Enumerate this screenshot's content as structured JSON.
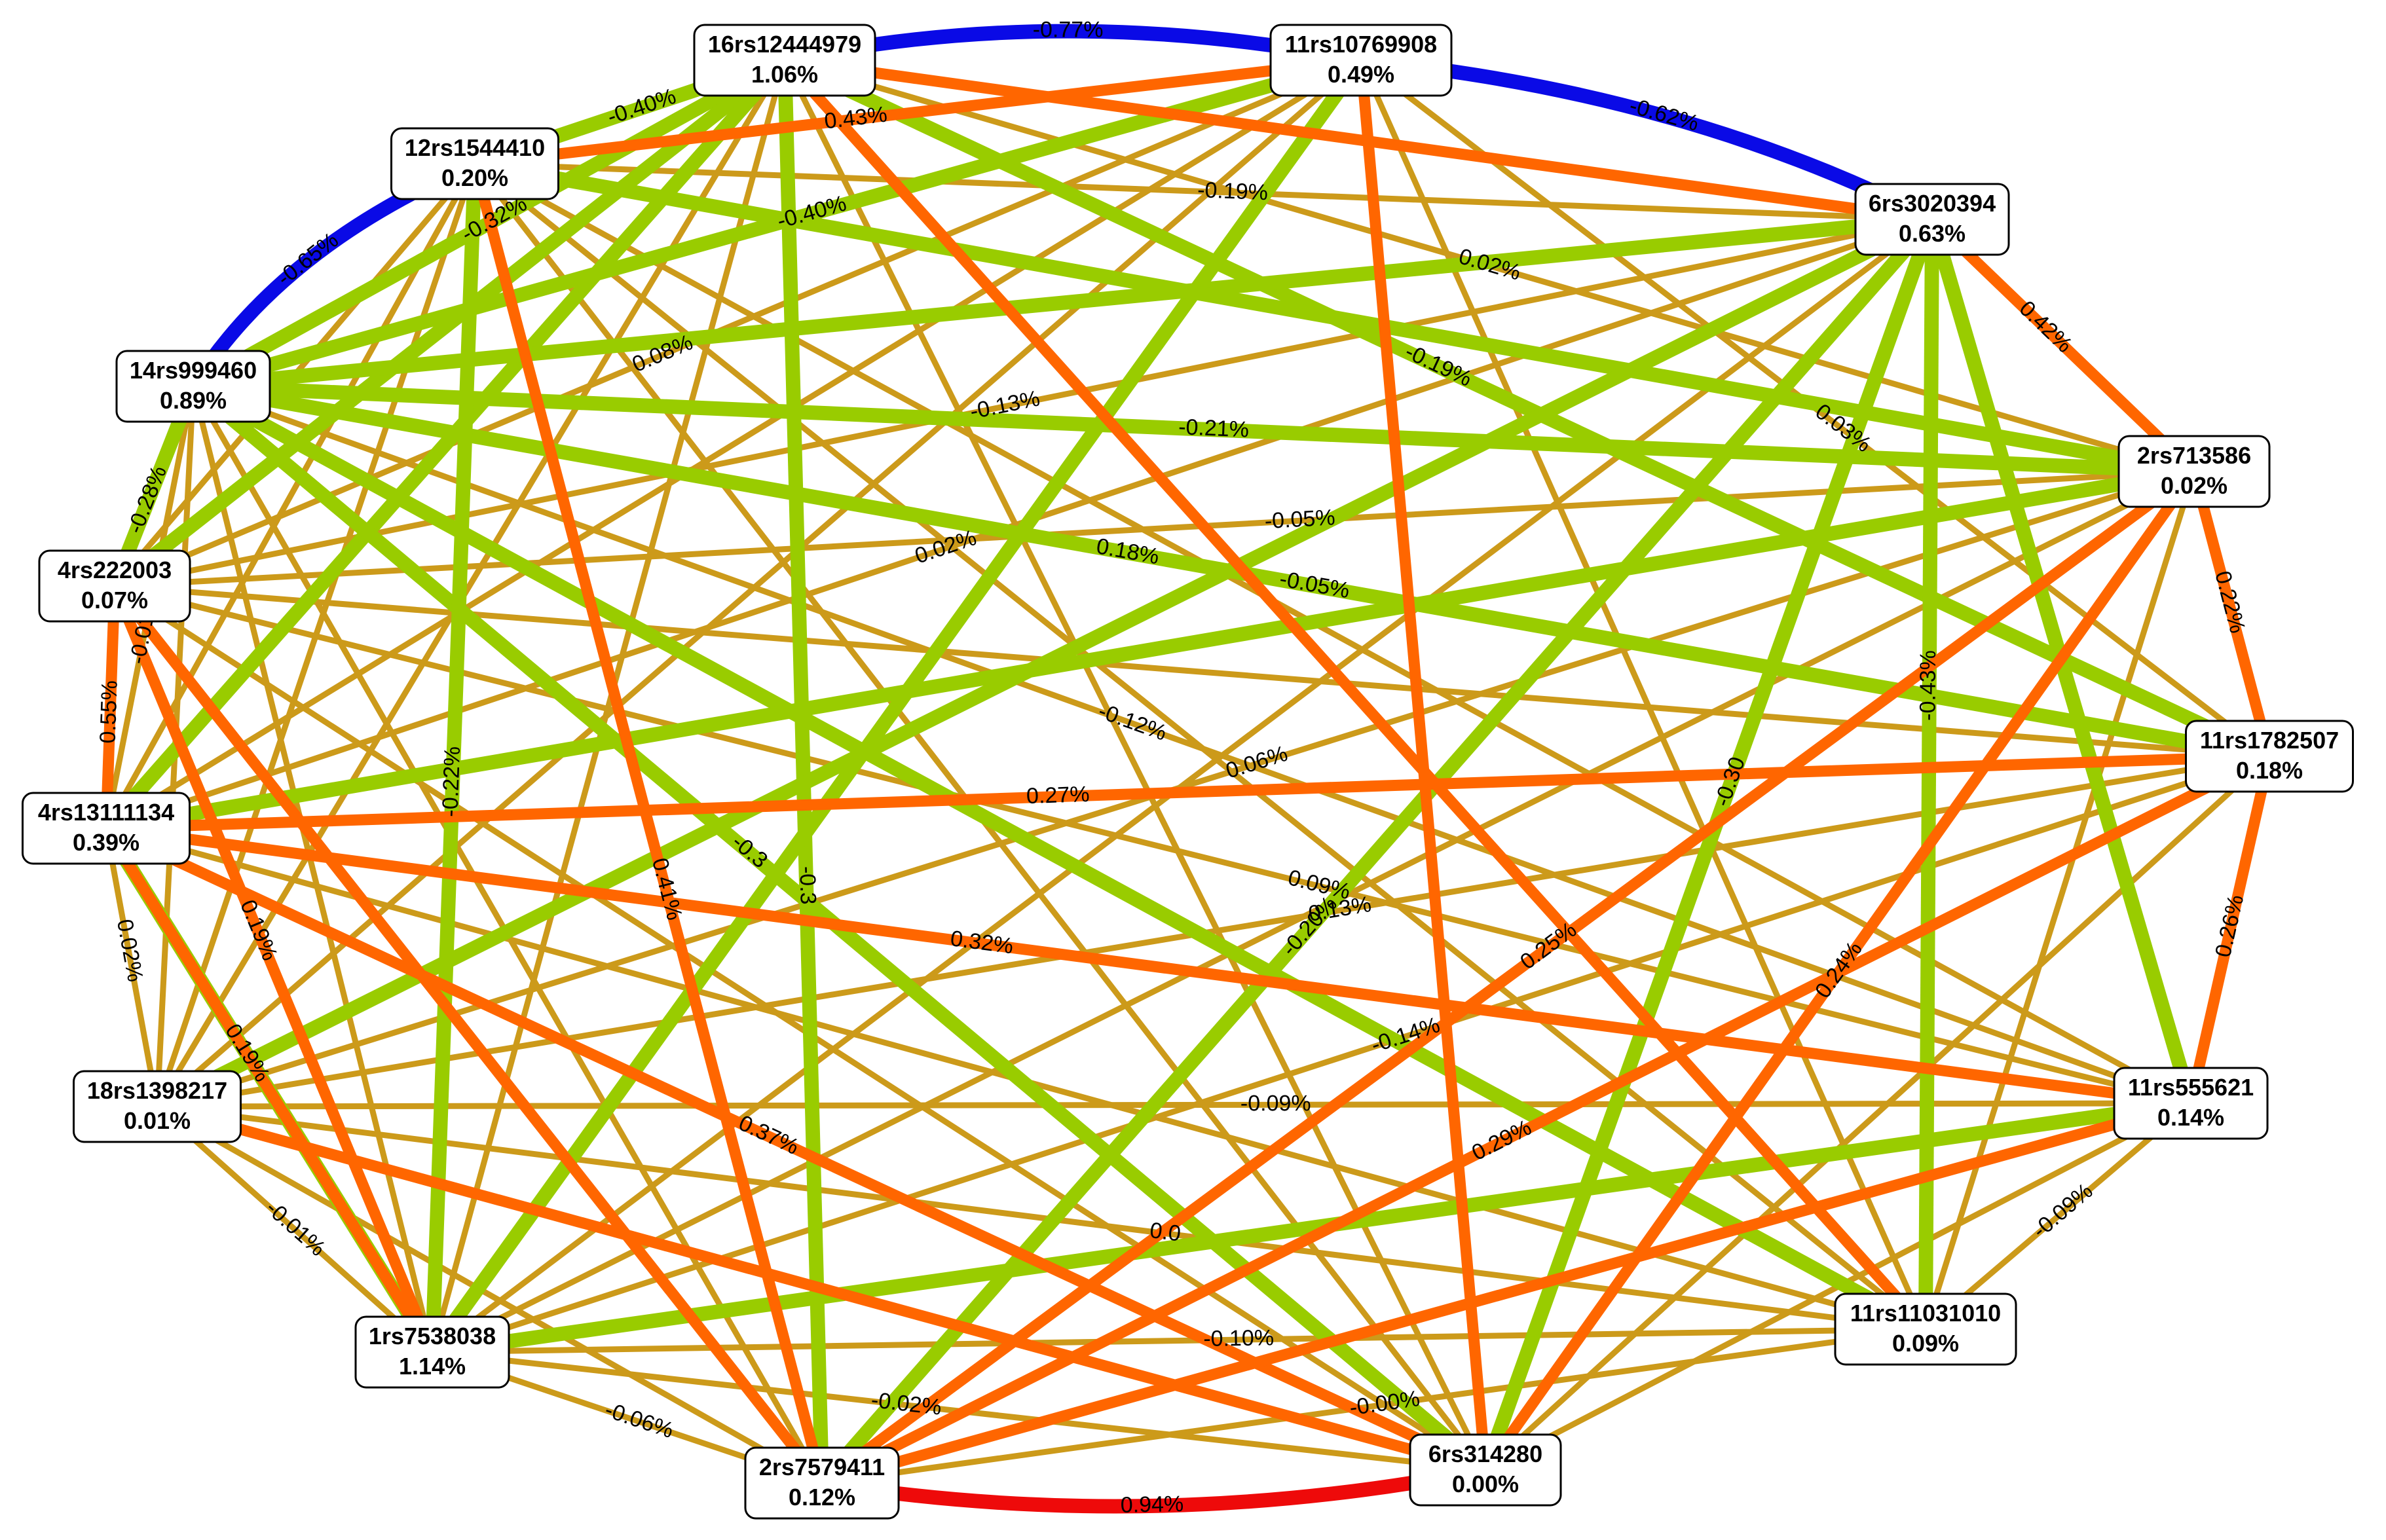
{
  "colors": {
    "strong_negative": "#0a0ae6",
    "negative": "#99cc00",
    "weak": "#cc9a1a",
    "positive": "#ff6600",
    "strong_positive": "#ee0a0a",
    "node_fill": "#ffffff",
    "node_border": "#000000"
  },
  "nodes": [
    {
      "id": "16rs12444979",
      "name": "16rs12444979",
      "value": "1.06%"
    },
    {
      "id": "11rs10769908",
      "name": "11rs10769908",
      "value": "0.49%"
    },
    {
      "id": "6rs3020394",
      "name": "6rs3020394",
      "value": "0.63%"
    },
    {
      "id": "2rs713586",
      "name": "2rs713586",
      "value": "0.02%"
    },
    {
      "id": "11rs1782507",
      "name": "11rs1782507",
      "value": "0.18%"
    },
    {
      "id": "11rs555621",
      "name": "11rs555621",
      "value": "0.14%"
    },
    {
      "id": "11rs11031010",
      "name": "11rs11031010",
      "value": "0.09%"
    },
    {
      "id": "6rs314280",
      "name": "6rs314280",
      "value": "0.00%"
    },
    {
      "id": "2rs7579411",
      "name": "2rs7579411",
      "value": "0.12%"
    },
    {
      "id": "1rs7538038",
      "name": "1rs7538038",
      "value": "1.14%"
    },
    {
      "id": "18rs1398217",
      "name": "18rs1398217",
      "value": "0.01%"
    },
    {
      "id": "4rs13111134",
      "name": "4rs13111134",
      "value": "0.39%"
    },
    {
      "id": "4rs222003",
      "name": "4rs222003",
      "value": "0.07%"
    },
    {
      "id": "14rs999460",
      "name": "14rs999460",
      "value": "0.89%"
    },
    {
      "id": "12rs1544410",
      "name": "12rs1544410",
      "value": "0.20%"
    }
  ],
  "edges": [
    {
      "source": "16rs12444979",
      "target": "11rs10769908",
      "label": "-0.77%",
      "type": "strong_negative"
    },
    {
      "source": "11rs10769908",
      "target": "6rs3020394",
      "label": "-0.62%",
      "type": "strong_negative"
    },
    {
      "source": "12rs1544410",
      "target": "14rs999460",
      "label": "-0.65%",
      "type": "strong_negative"
    },
    {
      "source": "2rs7579411",
      "target": "6rs314280",
      "label": "0.94%",
      "type": "strong_positive"
    },
    {
      "source": "16rs12444979",
      "target": "6rs3020394",
      "label": "",
      "type": "positive"
    },
    {
      "source": "11rs10769908",
      "target": "12rs1544410",
      "label": "0.43%",
      "type": "positive"
    },
    {
      "source": "6rs3020394",
      "target": "2rs713586",
      "label": "0.42%",
      "type": "positive"
    },
    {
      "source": "2rs713586",
      "target": "11rs1782507",
      "label": "0.22%",
      "type": "positive"
    },
    {
      "source": "11rs1782507",
      "target": "11rs555621",
      "label": "0.26%",
      "type": "positive"
    },
    {
      "source": "4rs222003",
      "target": "4rs13111134",
      "label": "0.55%",
      "type": "positive"
    },
    {
      "source": "12rs1544410",
      "target": "2rs7579411",
      "label": "0.41%",
      "type": "positive"
    },
    {
      "source": "11rs10769908",
      "target": "6rs314280",
      "label": "",
      "type": "positive"
    },
    {
      "source": "16rs12444979",
      "target": "11rs11031010",
      "label": "",
      "type": "positive"
    },
    {
      "source": "2rs713586",
      "target": "2rs7579411",
      "label": "0.25%",
      "type": "positive"
    },
    {
      "source": "2rs713586",
      "target": "6rs314280",
      "label": "0.24%",
      "type": "positive"
    },
    {
      "source": "11rs1782507",
      "target": "2rs7579411",
      "label": "0.29%",
      "type": "positive"
    },
    {
      "source": "11rs1782507",
      "target": "4rs13111134",
      "label": "0.27%",
      "type": "positive"
    },
    {
      "source": "4rs13111134",
      "target": "11rs555621",
      "label": "0.32%",
      "type": "positive"
    },
    {
      "source": "4rs222003",
      "target": "1rs7538038",
      "label": "0.19%",
      "type": "positive"
    },
    {
      "source": "4rs13111134",
      "target": "6rs314280",
      "label": "0.37%",
      "type": "positive"
    },
    {
      "source": "18rs1398217",
      "target": "6rs314280",
      "label": "",
      "type": "positive"
    },
    {
      "source": "11rs555621",
      "target": "2rs7579411",
      "label": "",
      "type": "positive"
    },
    {
      "source": "4rs222003",
      "target": "2rs7579411",
      "label": "",
      "type": "positive"
    },
    {
      "source": "4rs13111134",
      "target": "1rs7538038",
      "label": "0.19%",
      "type": "positive"
    },
    {
      "source": "16rs12444979",
      "target": "12rs1544410",
      "label": "-0.40%",
      "type": "negative"
    },
    {
      "source": "16rs12444979",
      "target": "14rs999460",
      "label": "-0.32%",
      "type": "negative"
    },
    {
      "source": "16rs12444979",
      "target": "4rs222003",
      "label": "",
      "type": "negative"
    },
    {
      "source": "16rs12444979",
      "target": "4rs13111134",
      "label": "",
      "type": "negative"
    },
    {
      "source": "16rs12444979",
      "target": "2rs7579411",
      "label": "-0.3",
      "type": "negative"
    },
    {
      "source": "16rs12444979",
      "target": "11rs1782507",
      "label": "-0.19%",
      "type": "negative"
    },
    {
      "source": "11rs10769908",
      "target": "14rs999460",
      "label": "-0.40%",
      "type": "negative"
    },
    {
      "source": "11rs10769908",
      "target": "1rs7538038",
      "label": "",
      "type": "negative"
    },
    {
      "source": "6rs3020394",
      "target": "14rs999460",
      "label": "",
      "type": "negative"
    },
    {
      "source": "6rs3020394",
      "target": "2rs7579411",
      "label": "-0.20%",
      "type": "negative"
    },
    {
      "source": "6rs3020394",
      "target": "11rs11031010",
      "label": "-0.43%",
      "type": "negative"
    },
    {
      "source": "6rs3020394",
      "target": "6rs314280",
      "label": "-0.30",
      "type": "negative"
    },
    {
      "source": "6rs3020394",
      "target": "11rs555621",
      "label": "",
      "type": "negative"
    },
    {
      "source": "14rs999460",
      "target": "2rs713586",
      "label": "-0.21%",
      "type": "negative"
    },
    {
      "source": "14rs999460",
      "target": "11rs1782507",
      "label": "-0.05%",
      "type": "negative"
    },
    {
      "source": "14rs999460",
      "target": "4rs222003",
      "label": "-0.28%",
      "type": "negative"
    },
    {
      "source": "14rs999460",
      "target": "6rs314280",
      "label": "-0.3",
      "type": "negative"
    },
    {
      "source": "14rs999460",
      "target": "11rs11031010",
      "label": "",
      "type": "negative"
    },
    {
      "source": "12rs1544410",
      "target": "2rs713586",
      "label": "",
      "type": "negative"
    },
    {
      "source": "12rs1544410",
      "target": "1rs7538038",
      "label": "-0.22%",
      "type": "negative"
    },
    {
      "source": "4rs13111134",
      "target": "1rs7538038",
      "label": "",
      "type": "negative"
    },
    {
      "source": "18rs1398217",
      "target": "6rs3020394",
      "label": "",
      "type": "negative"
    },
    {
      "source": "4rs13111134",
      "target": "2rs713586",
      "label": "",
      "type": "negative"
    },
    {
      "source": "11rs555621",
      "target": "1rs7538038",
      "label": "",
      "type": "negative"
    },
    {
      "source": "16rs12444979",
      "target": "2rs713586",
      "label": "0.02%",
      "type": "weak"
    },
    {
      "source": "11rs10769908",
      "target": "11rs1782507",
      "label": "0.03%",
      "type": "weak"
    },
    {
      "source": "11rs10769908",
      "target": "4rs222003",
      "label": "0.08%",
      "type": "weak"
    },
    {
      "source": "11rs10769908",
      "target": "4rs13111134",
      "label": "",
      "type": "weak"
    },
    {
      "source": "11rs10769908",
      "target": "18rs1398217",
      "label": "",
      "type": "weak"
    },
    {
      "source": "6rs3020394",
      "target": "12rs1544410",
      "label": "-0.19%",
      "type": "weak"
    },
    {
      "source": "6rs3020394",
      "target": "4rs222003",
      "label": "-0.13%",
      "type": "weak"
    },
    {
      "source": "6rs3020394",
      "target": "4rs13111134",
      "label": "0.02%",
      "type": "weak"
    },
    {
      "source": "6rs3020394",
      "target": "1rs7538038",
      "label": "",
      "type": "weak"
    },
    {
      "source": "2rs713586",
      "target": "4rs222003",
      "label": "-0.05%",
      "type": "weak"
    },
    {
      "source": "2rs713586",
      "target": "18rs1398217",
      "label": "0.06%",
      "type": "weak"
    },
    {
      "source": "2rs713586",
      "target": "1rs7538038",
      "label": "",
      "type": "weak"
    },
    {
      "source": "2rs713586",
      "target": "11rs11031010",
      "label": "",
      "type": "weak"
    },
    {
      "source": "11rs1782507",
      "target": "14rs999460",
      "label": "0.18%",
      "type": "weak"
    },
    {
      "source": "11rs1782507",
      "target": "4rs222003",
      "label": "",
      "type": "weak"
    },
    {
      "source": "11rs1782507",
      "target": "18rs1398217",
      "label": "0.13%",
      "type": "weak"
    },
    {
      "source": "11rs1782507",
      "target": "1rs7538038",
      "label": "-0.14%",
      "type": "weak"
    },
    {
      "source": "11rs1782507",
      "target": "6rs314280",
      "label": "",
      "type": "weak"
    },
    {
      "source": "11rs555621",
      "target": "14rs999460",
      "label": "-0.12%",
      "type": "weak"
    },
    {
      "source": "11rs555621",
      "target": "12rs1544410",
      "label": "",
      "type": "weak"
    },
    {
      "source": "11rs555621",
      "target": "4rs222003",
      "label": "0.09%",
      "type": "weak"
    },
    {
      "source": "11rs555621",
      "target": "18rs1398217",
      "label": "-0.09%",
      "type": "weak"
    },
    {
      "source": "11rs555621",
      "target": "11rs11031010",
      "label": "-0.09%",
      "type": "weak"
    },
    {
      "source": "11rs555621",
      "target": "6rs314280",
      "label": "",
      "type": "weak"
    },
    {
      "source": "11rs11031010",
      "target": "12rs1544410",
      "label": "",
      "type": "weak"
    },
    {
      "source": "11rs11031010",
      "target": "4rs13111134",
      "label": "",
      "type": "weak"
    },
    {
      "source": "11rs11031010",
      "target": "18rs1398217",
      "label": "0.0",
      "type": "weak"
    },
    {
      "source": "11rs11031010",
      "target": "1rs7538038",
      "label": "-0.10%",
      "type": "weak"
    },
    {
      "source": "11rs11031010",
      "target": "2rs7579411",
      "label": "-0.00%",
      "type": "weak"
    },
    {
      "source": "6rs314280",
      "target": "12rs1544410",
      "label": "",
      "type": "weak"
    },
    {
      "source": "6rs314280",
      "target": "1rs7538038",
      "label": "-0.02%",
      "type": "weak"
    },
    {
      "source": "2rs7579411",
      "target": "18rs1398217",
      "label": "",
      "type": "weak"
    },
    {
      "source": "2rs7579411",
      "target": "14rs999460",
      "label": "",
      "type": "weak"
    },
    {
      "source": "2rs7579411",
      "target": "1rs7538038",
      "label": "-0.06%",
      "type": "weak"
    },
    {
      "source": "1rs7538038",
      "target": "18rs1398217",
      "label": "-0.01%",
      "type": "weak"
    },
    {
      "source": "1rs7538038",
      "target": "14rs999460",
      "label": "",
      "type": "weak"
    },
    {
      "source": "18rs1398217",
      "target": "4rs13111134",
      "label": "0.02%",
      "type": "weak"
    },
    {
      "source": "18rs1398217",
      "target": "14rs999460",
      "label": "",
      "type": "weak"
    },
    {
      "source": "4rs13111134",
      "target": "14rs999460",
      "label": "-0.01%",
      "type": "weak"
    },
    {
      "source": "4rs13111134",
      "target": "12rs1544410",
      "label": "",
      "type": "weak"
    },
    {
      "source": "4rs222003",
      "target": "12rs1544410",
      "label": "",
      "type": "weak"
    },
    {
      "source": "18rs1398217",
      "target": "12rs1544410",
      "label": "",
      "type": "weak"
    },
    {
      "source": "1rs7538038",
      "target": "16rs12444979",
      "label": "",
      "type": "weak"
    },
    {
      "source": "6rs314280",
      "target": "16rs12444979",
      "label": "",
      "type": "weak"
    },
    {
      "source": "11rs11031010",
      "target": "11rs10769908",
      "label": "",
      "type": "weak"
    },
    {
      "source": "4rs222003",
      "target": "6rs314280",
      "label": "",
      "type": "weak"
    },
    {
      "source": "18rs1398217",
      "target": "16rs12444979",
      "label": "",
      "type": "weak"
    }
  ]
}
